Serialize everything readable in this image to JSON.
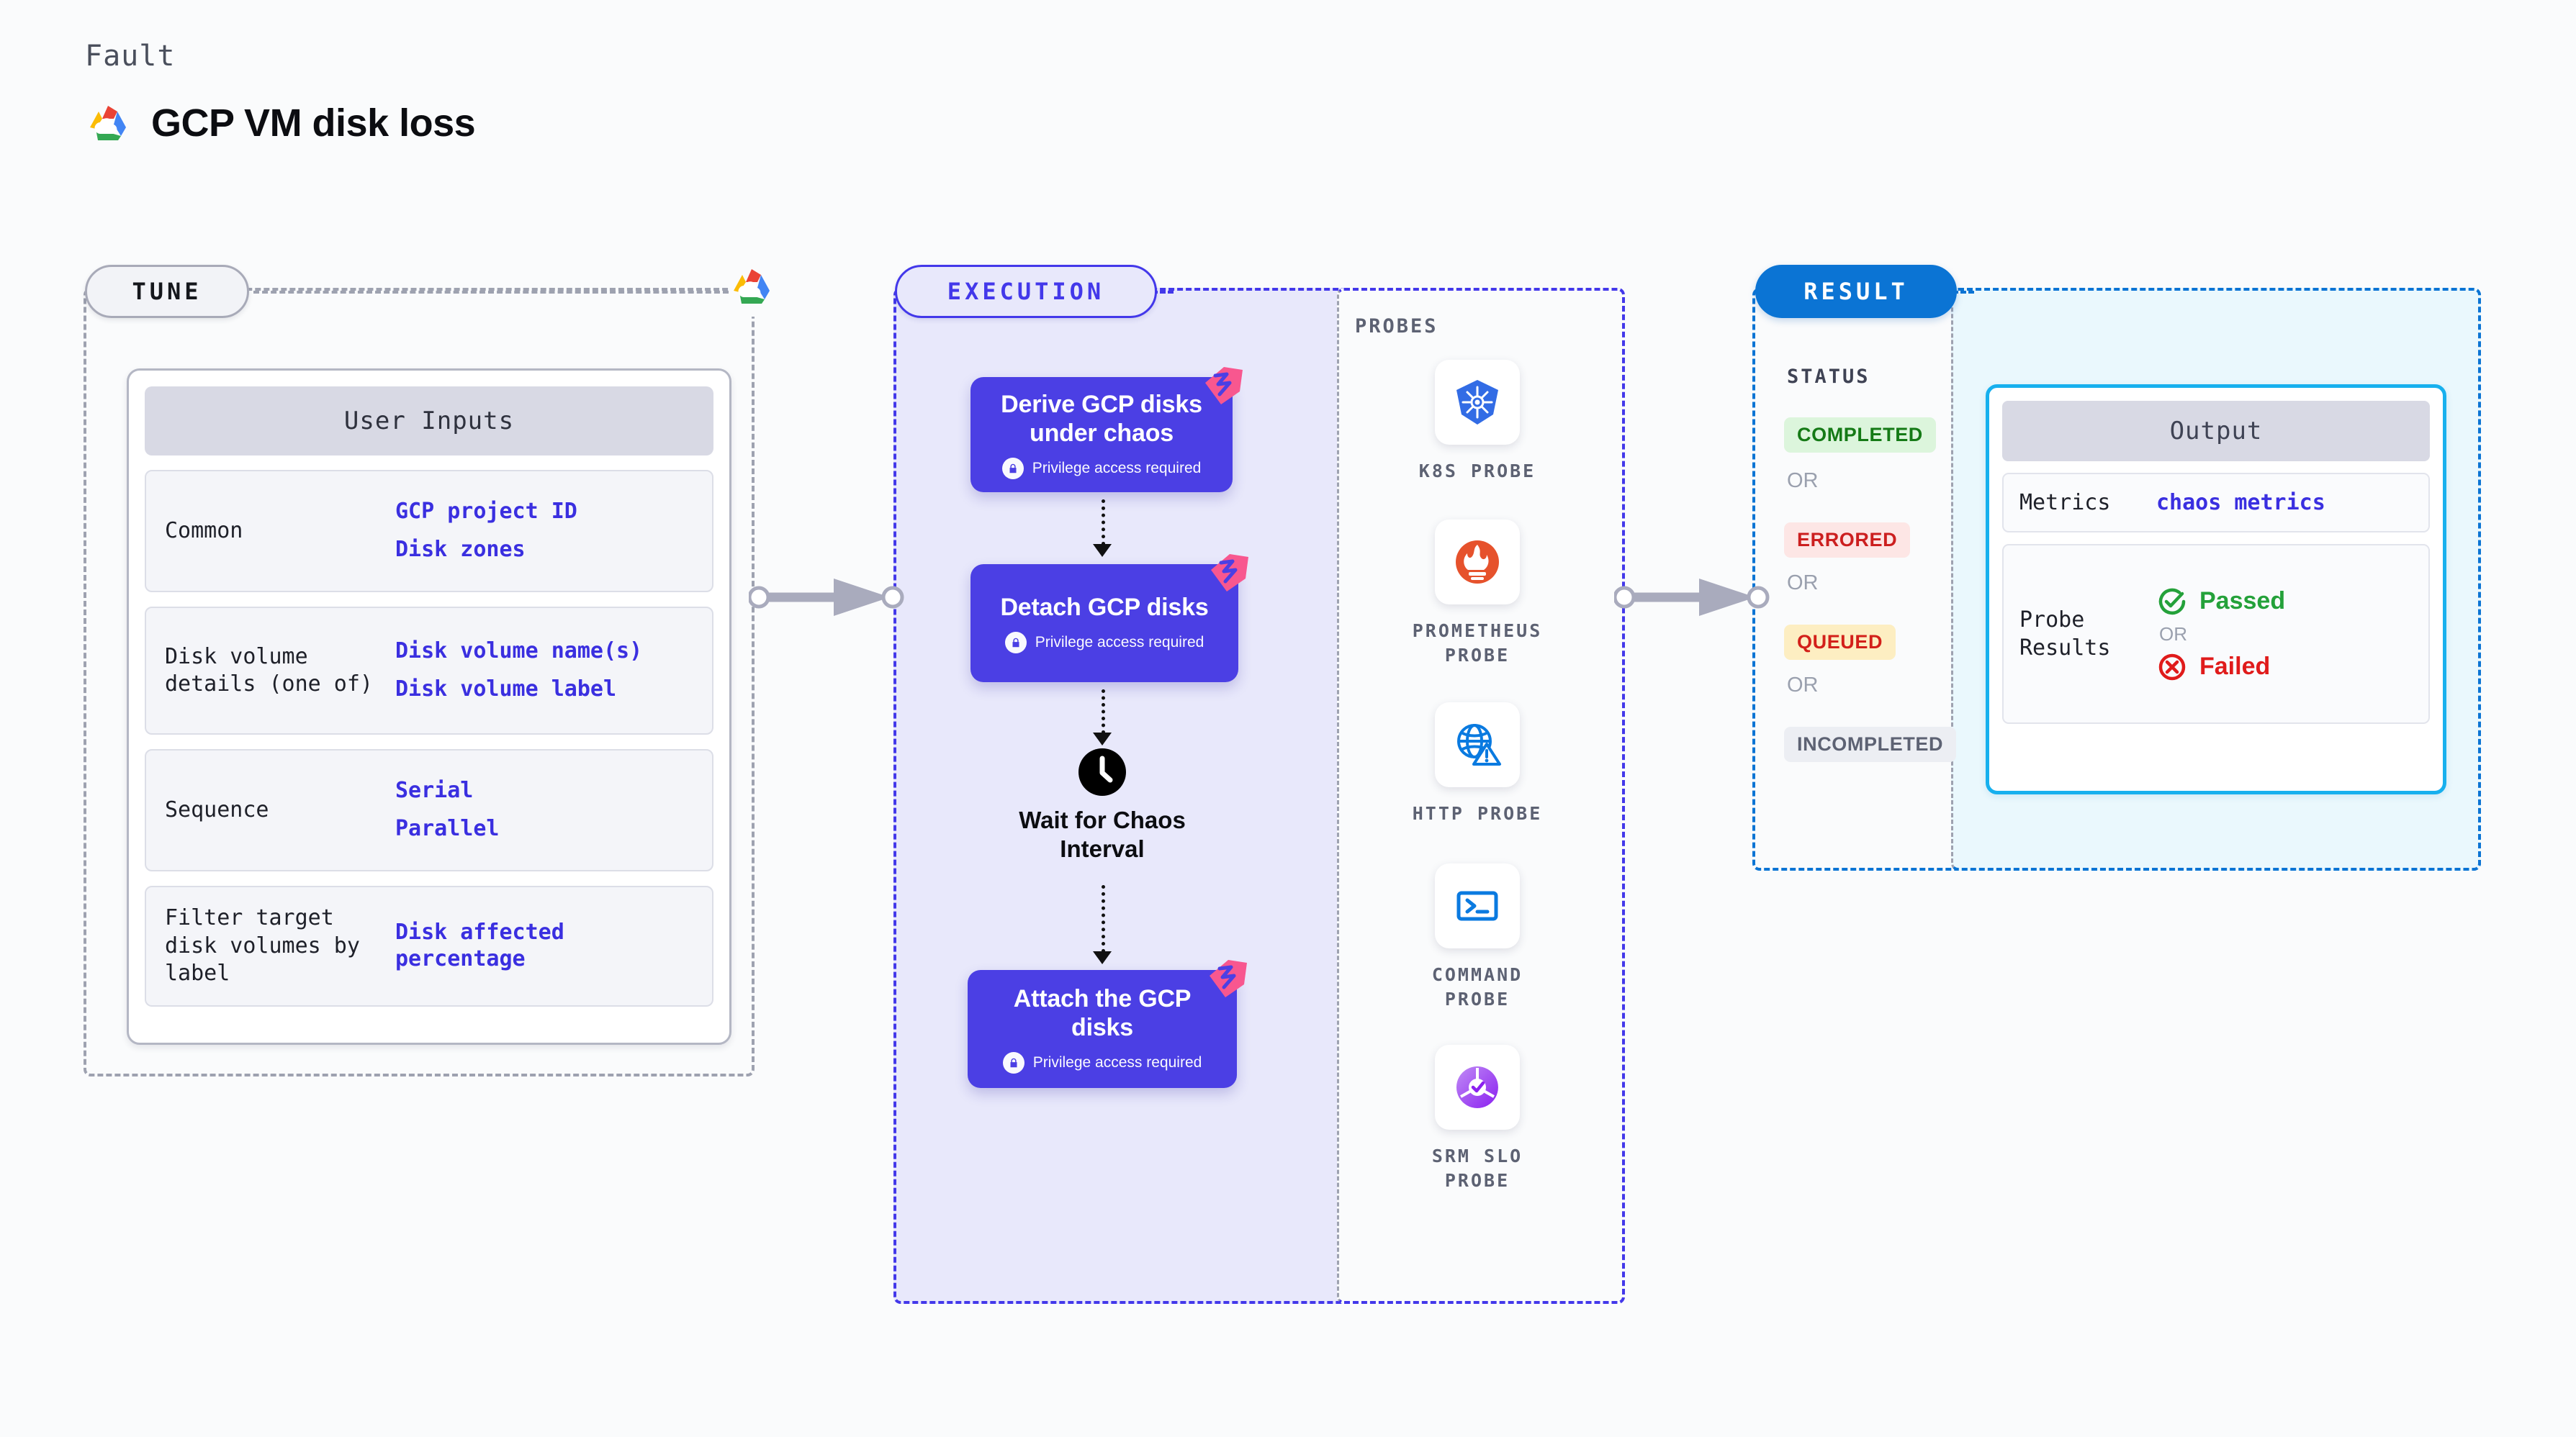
{
  "header": {
    "eyebrow": "Fault",
    "title": "GCP VM disk loss",
    "logo_icon": "gcp-cloud-logo"
  },
  "tune": {
    "pill_label": "TUNE",
    "logo_icon": "gcp-cloud-logo",
    "card": {
      "title": "User Inputs",
      "rows": [
        {
          "key": "Common",
          "values": [
            "GCP project ID",
            "Disk zones"
          ]
        },
        {
          "key": "Disk volume details (one of)",
          "values": [
            "Disk volume name(s)",
            "Disk volume label"
          ]
        },
        {
          "key": "Sequence",
          "values": [
            "Serial",
            "Parallel"
          ]
        },
        {
          "key": "Filter target disk volumes by label",
          "values": [
            "Disk affected percentage"
          ]
        }
      ]
    }
  },
  "execution": {
    "pill_label": "EXECUTION",
    "steps": [
      {
        "title": "Derive GCP disks under chaos",
        "privilege": "Privilege access required",
        "icon": "lock-icon",
        "ribbon": "litmus-ribbon-icon"
      },
      {
        "title": "Detach GCP disks",
        "privilege": "Privilege access required",
        "icon": "lock-icon",
        "ribbon": "litmus-ribbon-icon"
      },
      {
        "title": "Attach the GCP disks",
        "privilege": "Privilege access required",
        "icon": "lock-icon",
        "ribbon": "litmus-ribbon-icon"
      }
    ],
    "wait_node": {
      "label": "Wait for Chaos Interval",
      "icon": "clock-icon"
    }
  },
  "probes": {
    "section_label": "PROBES",
    "items": [
      {
        "name": "K8S PROBE",
        "icon": "kubernetes-icon"
      },
      {
        "name": "PROMETHEUS PROBE",
        "icon": "prometheus-icon"
      },
      {
        "name": "HTTP PROBE",
        "icon": "http-globe-icon"
      },
      {
        "name": "COMMAND PROBE",
        "icon": "terminal-icon"
      },
      {
        "name": "SRM SLO PROBE",
        "icon": "srm-slo-icon"
      }
    ]
  },
  "result": {
    "pill_label": "RESULT",
    "status_label": "STATUS",
    "or_label": "OR",
    "statuses": [
      {
        "label": "COMPLETED",
        "bg": "#dcf5dc",
        "fg": "#157a16"
      },
      {
        "label": "ERRORED",
        "bg": "#fde6e5",
        "fg": "#cc1f1f"
      },
      {
        "label": "QUEUED",
        "bg": "#fdeec2",
        "fg": "#d3201a"
      },
      {
        "label": "INCOMPLETED",
        "bg": "#eceef3",
        "fg": "#5d6273"
      }
    ],
    "output": {
      "title": "Output",
      "metrics_key": "Metrics",
      "metrics_value": "chaos metrics",
      "probe_results_key": "Probe Results",
      "passed_label": "Passed",
      "failed_label": "Failed",
      "or_label": "OR",
      "passed_icon": "check-circle-icon",
      "failed_icon": "x-circle-icon"
    }
  },
  "colors": {
    "accent_purple": "#4338ea",
    "step_purple": "#4b3fe4",
    "result_blue": "#0b74d4",
    "output_cyan": "#17b0ee",
    "link_blue": "#3a2fe0",
    "pass_green": "#24a13a",
    "fail_red": "#e01b1b",
    "ribbon_pink": "#f8578f",
    "page_bg": "#fafbfc"
  }
}
